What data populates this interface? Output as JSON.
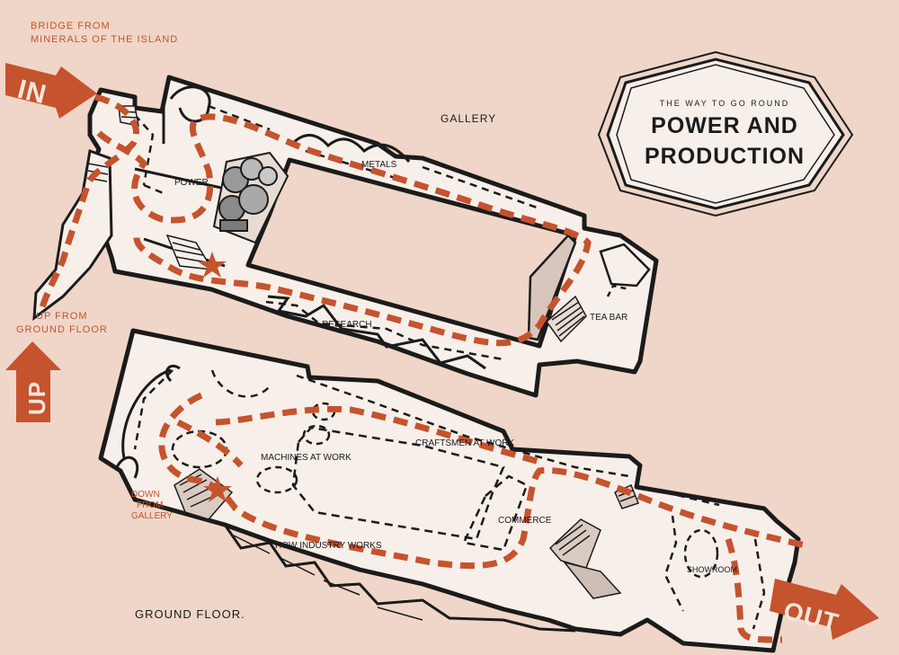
{
  "title": {
    "small": "THE WAY TO GO ROUND",
    "line1": "POWER AND",
    "line2": "PRODUCTION"
  },
  "arrows": {
    "in": "IN",
    "up": "UP",
    "out": "OUT"
  },
  "notes": {
    "bridge_line1": "BRIDGE FROM",
    "bridge_line2": "MINERALS OF THE ISLAND",
    "up_line1": "UP FROM",
    "up_line2": "GROUND FLOOR",
    "down_line1": "DOWN",
    "down_line2": "FROM",
    "down_line3": "GALLERY"
  },
  "floors": {
    "gallery": "GALLERY",
    "ground": "GROUND FLOOR."
  },
  "rooms": {
    "power": "POWER",
    "metals": "METALS",
    "research": "RESEARCH",
    "tea_bar": "TEA BAR",
    "machines": "MACHINES AT WORK",
    "craftsmen": "CRAFTSMEN AT WORK",
    "commerce": "COMMERCE",
    "industry": "HOW INDUSTRY WORKS",
    "showroom": "SHOWROOM"
  },
  "colors": {
    "route": "#c5532e",
    "background": "#efd6c8",
    "floor": "#f7efe9",
    "ink": "#1b1b1b"
  }
}
